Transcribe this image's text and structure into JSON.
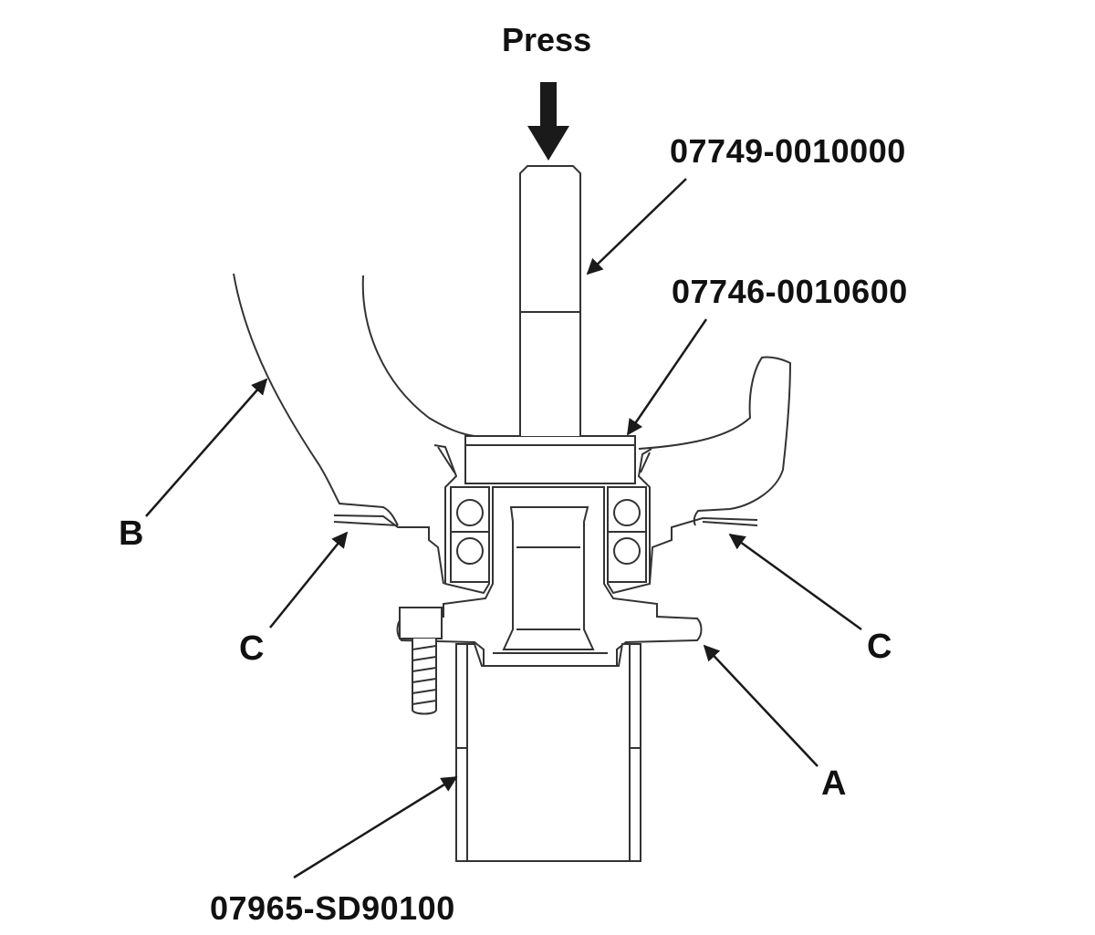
{
  "labels": {
    "press": "Press",
    "driver_attachment": "07749-0010000",
    "driver": "07746-0010600",
    "support_tool": "07965-SD90100",
    "hub": "A",
    "knuckle": "B",
    "splash_guard_left": "C",
    "splash_guard_right": "C"
  },
  "colors": {
    "line": "#1a1a1a",
    "outline": "#333333",
    "fill": "#ffffff"
  }
}
